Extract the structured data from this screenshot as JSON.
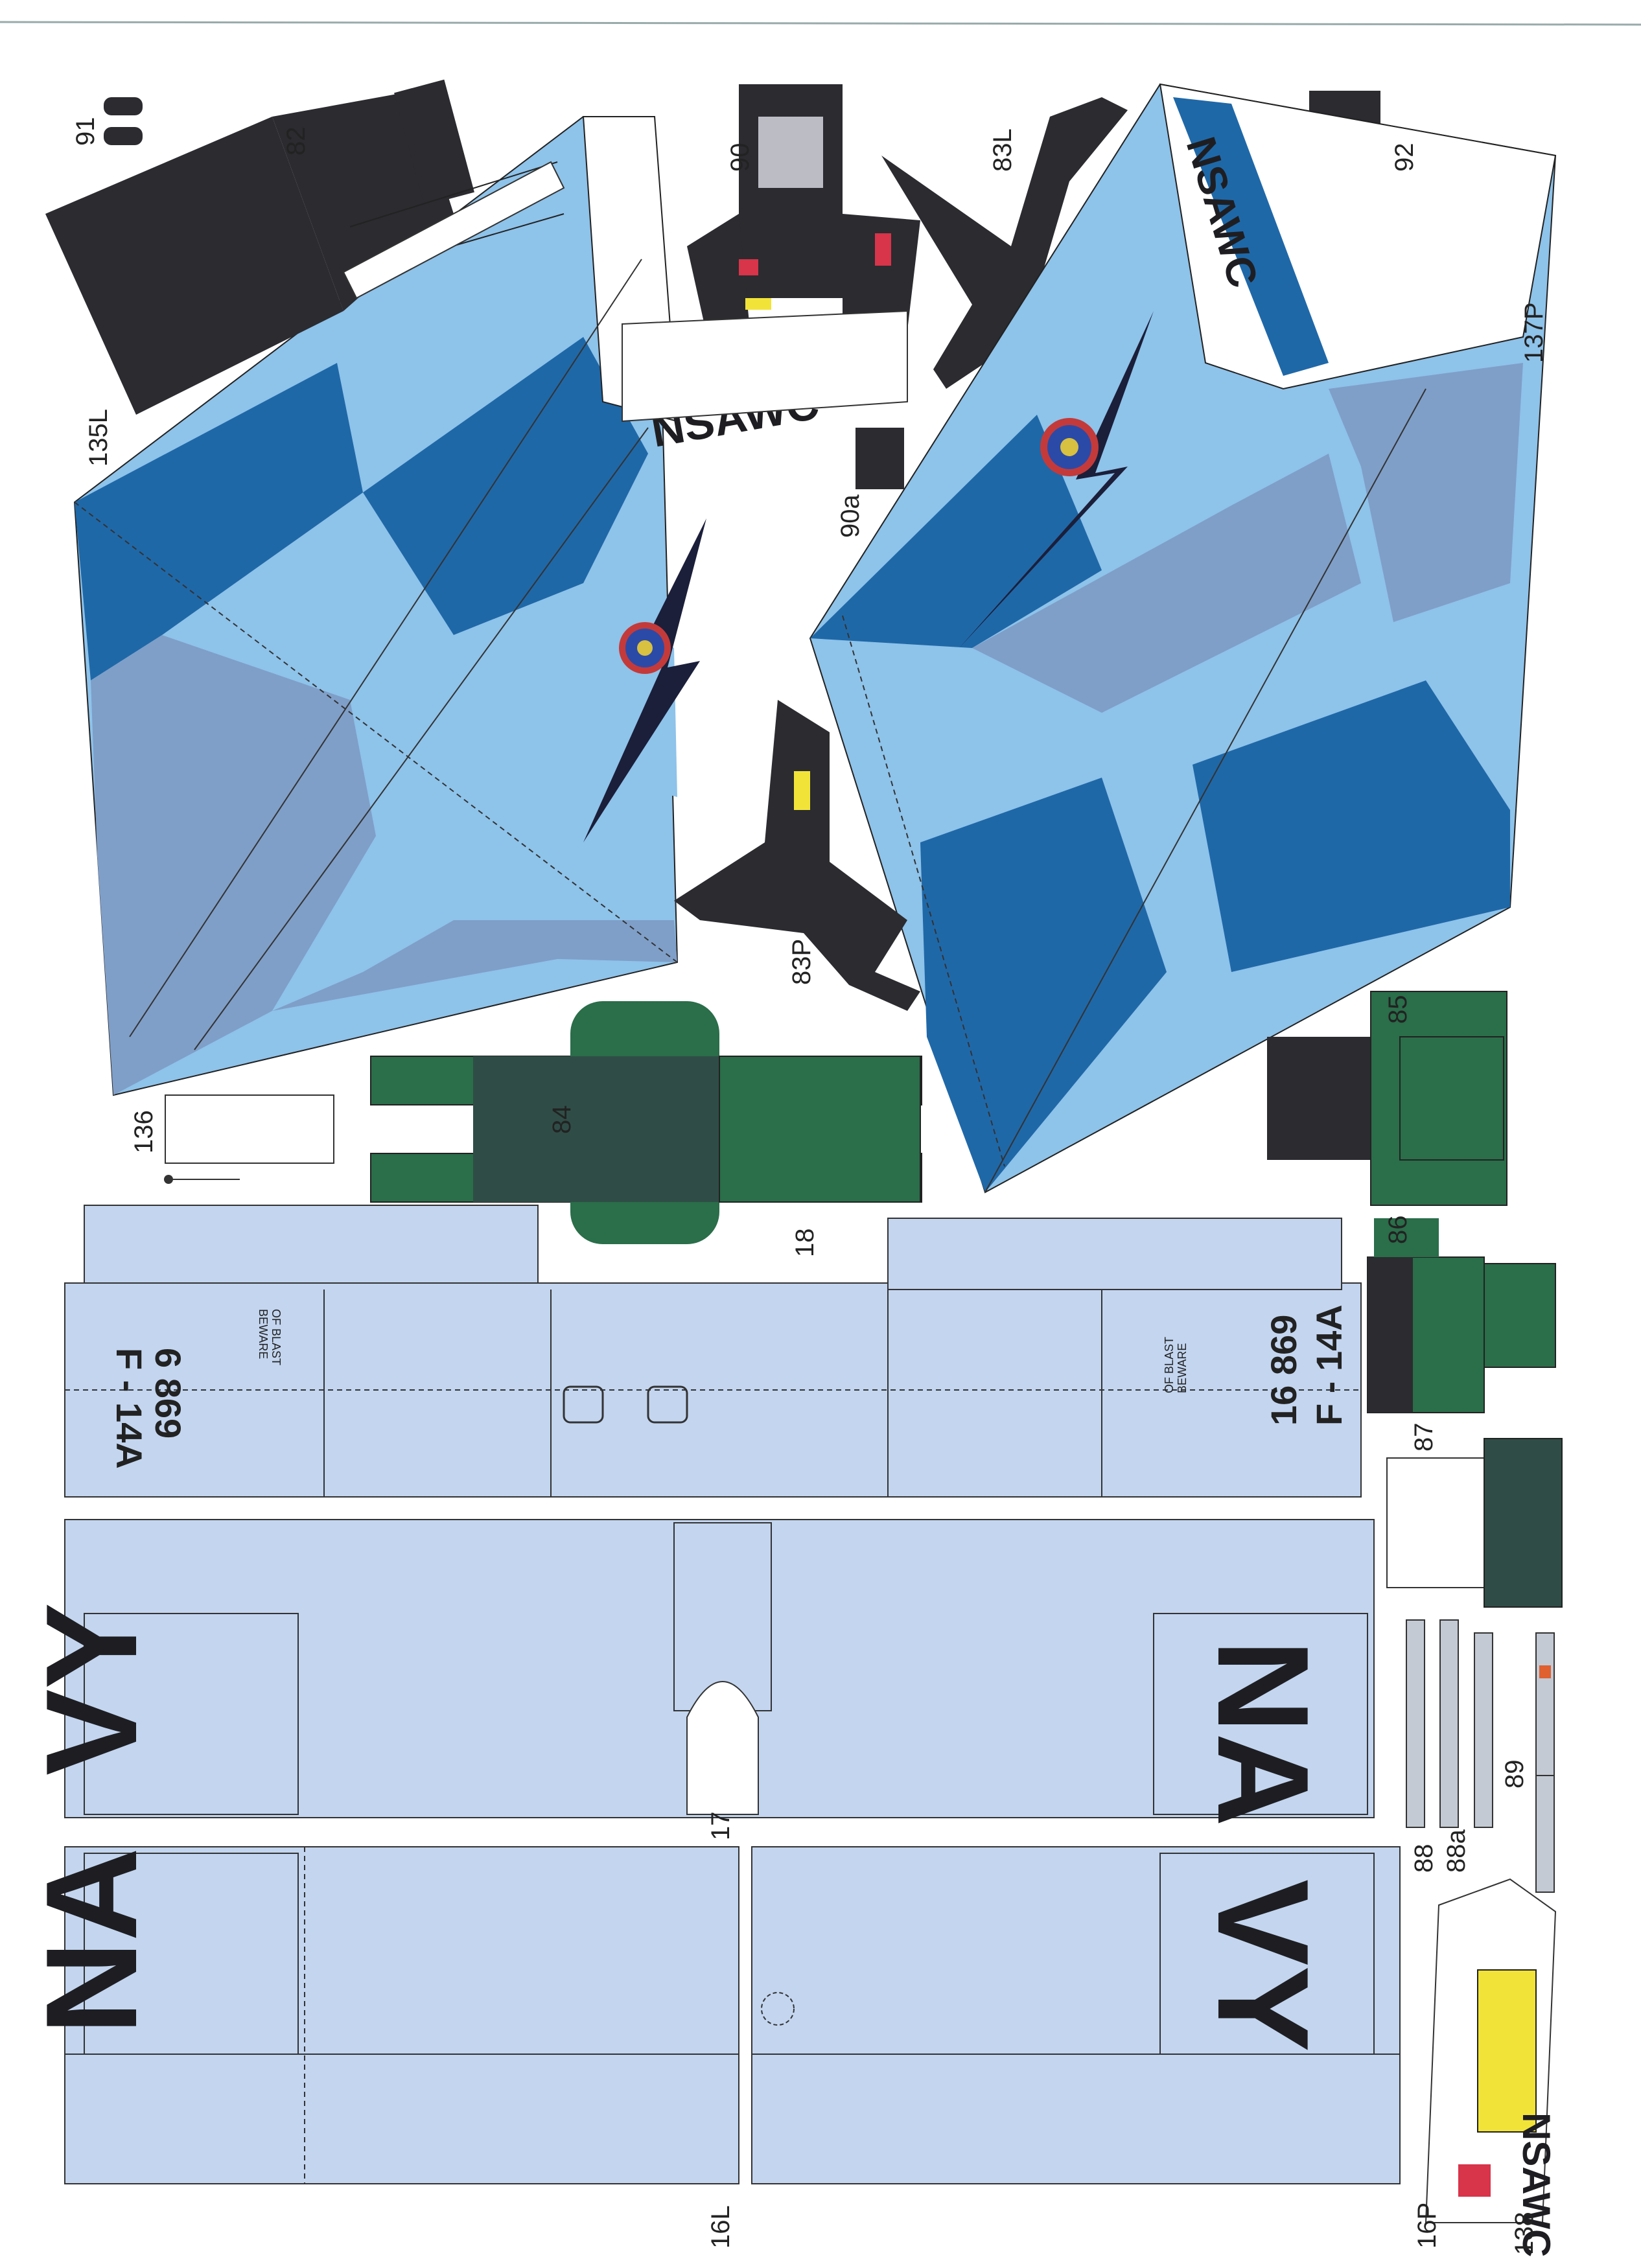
{
  "part_labels": {
    "p91": "91",
    "p82": "82",
    "p90": "90",
    "p83L": "83L",
    "p92": "92",
    "p135L": "135L",
    "p90a": "90a",
    "p137P": "137P",
    "p83P": "83P",
    "p85": "85",
    "p136": "136",
    "p84": "84",
    "p18": "18",
    "p86": "86",
    "p87": "87",
    "p17": "17",
    "p88": "88",
    "p88a": "88a",
    "p89": "89",
    "p16L": "16L",
    "p16P": "16P",
    "p138": "138"
  },
  "markings": {
    "unit_a": "NSAWC",
    "unit_b": "NSAWC",
    "unit_c": "NSAWC",
    "type_left": "F - 14A",
    "serial_left": "6 869",
    "type_right": "F - 14A",
    "serial_right": "16 869",
    "warning_left_1": "BEWARE",
    "warning_left_2": "OF BLAST",
    "warning_right_1": "BEWARE",
    "warning_right_2": "OF BLAST",
    "navy_1": "NA",
    "navy_2": "VY",
    "navy_3": "NA",
    "navy_4": "VY"
  },
  "colors": {
    "paper": "#ffffff",
    "camo_light": "#8ec3ea",
    "camo_mid": "#7f9fc8",
    "camo_dark": "#1f68a8",
    "panel_blue": "#c3d5ef",
    "green": "#2a6e4a",
    "black": "#2b2b30",
    "yellow": "#f2e338",
    "red": "#d8344a"
  }
}
